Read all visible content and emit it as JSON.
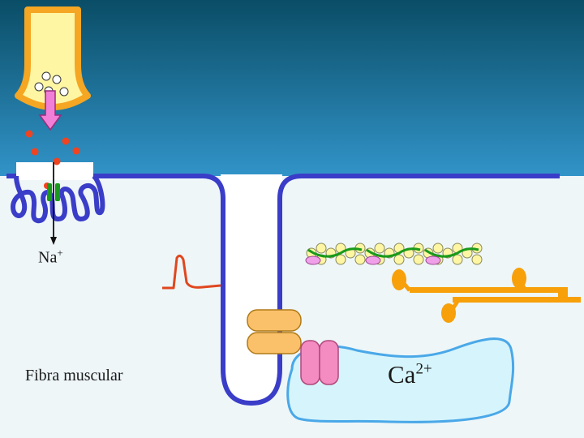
{
  "labels": {
    "sodium": "Na",
    "sodium_charge": "+",
    "muscle_fiber": "Fibra muscular",
    "calcium": "Ca",
    "calcium_charge": "2+"
  },
  "colors": {
    "background_top": "#0a4d66",
    "background_bottom": "#3396cc",
    "cell_interior": "#eef6f8",
    "membrane": "#3a3dc8",
    "nerve_terminal_outline": "#f5a623",
    "nerve_terminal_fill": "#fff6a3",
    "arrow_fill": "#f27fd7",
    "neurotransmitter": "#ee4422",
    "action_potential": "#e0471f",
    "reticulum_fill": "#d6f4fb",
    "reticulum_outline": "#4aa8e8",
    "dhp_receptor": "#fbc16a",
    "ryanodine_receptor": "#f48cc2",
    "actin_bead": "#fff6a3",
    "tropomyosin": "#1a9a1a",
    "troponin": "#f0a0e8",
    "myosin": "#f7a00a"
  }
}
